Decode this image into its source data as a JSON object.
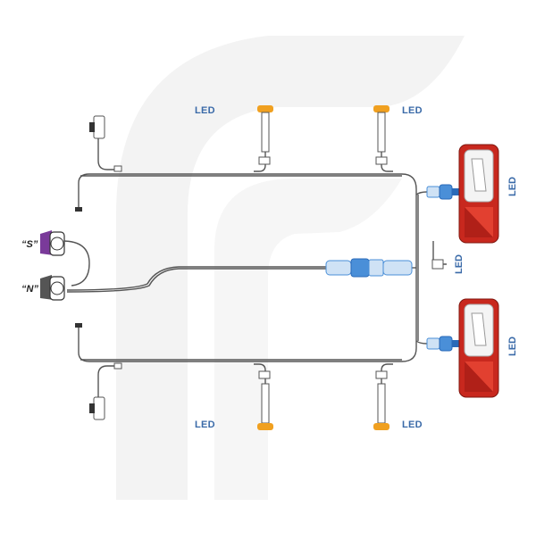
{
  "labels": {
    "led_top_left": "LED",
    "led_top_right": "LED",
    "led_bottom_left": "LED",
    "led_bottom_right": "LED",
    "led_rear_top": "LED",
    "led_rear_bottom": "LED",
    "led_plate": "LED",
    "plug_s": "“S”",
    "plug_n": "“N”"
  },
  "colors": {
    "wire": "#555555",
    "connector_blue": "#4a8fd8",
    "amber": "#f0a020",
    "lamp_red": "#c8281e",
    "plug_purple": "#7a3a9a",
    "label_blue": "#3a6aa8",
    "watermark": "#f2f2f2"
  }
}
